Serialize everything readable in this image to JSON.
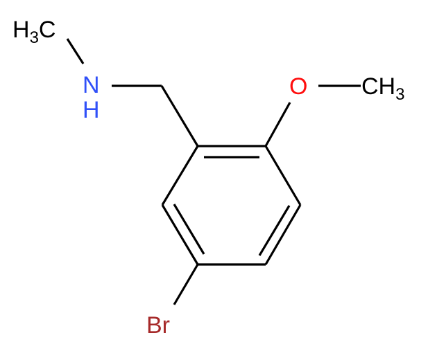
{
  "molecule": {
    "atoms": {
      "methyl_amine": {
        "main": "H",
        "sub": "3",
        "tail": "C",
        "color": "#000000"
      },
      "nitrogen": {
        "top": "N",
        "bottom": "H",
        "color": "#3050F8"
      },
      "oxygen": {
        "label": "O",
        "color": "#FF0D0D"
      },
      "methyl_ether": {
        "main": "CH",
        "sub": "3",
        "color": "#000000"
      },
      "bromine": {
        "label": "Br",
        "color": "#A62929"
      }
    },
    "bond_color": "#000000",
    "background": "#FFFFFF"
  }
}
